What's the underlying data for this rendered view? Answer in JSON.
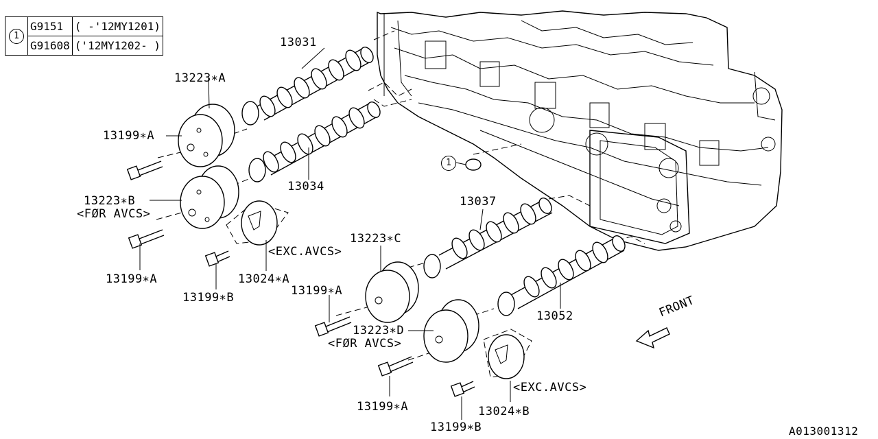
{
  "legend": {
    "marker": "1",
    "rows": [
      {
        "code": "G9151",
        "range": "( -'12MY1201)"
      },
      {
        "code": "G91608",
        "range": "('12MY1202- )"
      }
    ]
  },
  "labels": {
    "p13031": "13031",
    "p13223a": "13223∗A",
    "p13199a_1": "13199∗A",
    "p13034": "13034",
    "p13223b": "13223∗B",
    "for_avcs_1": "<FØR AVCS>",
    "p13199a_2": "13199∗A",
    "p13199b_1": "13199∗B",
    "p13024a": "13024∗A",
    "exc_avcs_1": "<EXC.AVCS>",
    "p13037": "13037",
    "p13223c": "13223∗C",
    "p13199a_3": "13199∗A",
    "p13223d": "13223∗D",
    "for_avcs_2": "<FØR AVCS>",
    "p13052": "13052",
    "p13199a_4": "13199∗A",
    "p13024b": "13024∗B",
    "exc_avcs_2": "<EXC.AVCS>",
    "p13199b_2": "13199∗B",
    "front": "FRONT",
    "circle_marker": "1",
    "diagram_id": "A013001312"
  }
}
